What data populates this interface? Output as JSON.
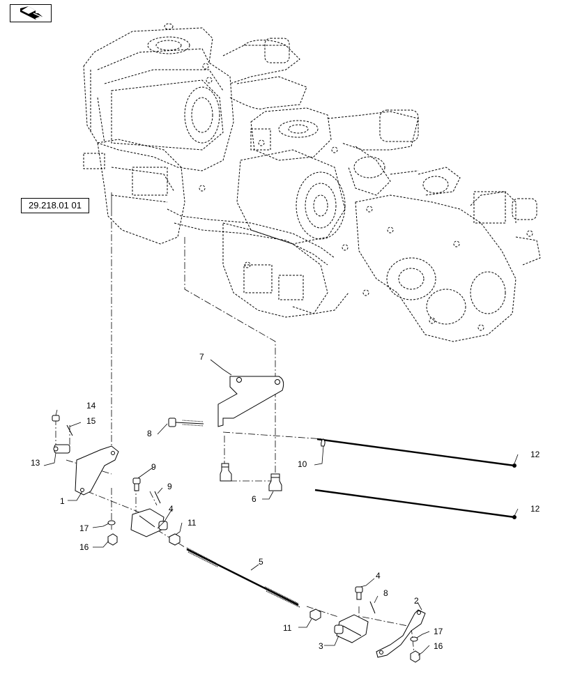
{
  "reference_label": "29.218.01 01",
  "callouts": [
    "1",
    "2",
    "3",
    "4",
    "4",
    "5",
    "6",
    "7",
    "8",
    "8",
    "9",
    "9",
    "10",
    "11",
    "11",
    "12",
    "12",
    "13",
    "14",
    "15",
    "16",
    "16",
    "17",
    "17"
  ],
  "icons": {
    "nav": "book-arrow-icon"
  }
}
